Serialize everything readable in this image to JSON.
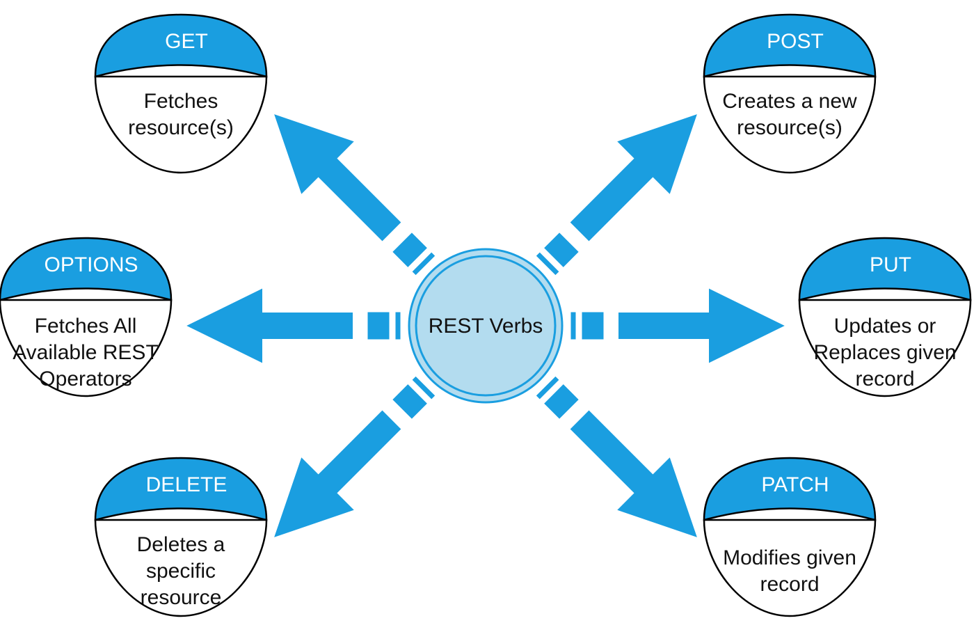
{
  "diagram": {
    "center": {
      "label": "REST Verbs"
    },
    "colors": {
      "accent": "#1a9ee0",
      "center_fill": "#b3dcef",
      "outline": "#000000",
      "node_fill": "#ffffff"
    },
    "nodes": [
      {
        "id": "get",
        "title": "GET",
        "description": [
          "Fetches",
          "resource(s)"
        ]
      },
      {
        "id": "post",
        "title": "POST",
        "description": [
          "Creates a new",
          "resource(s)"
        ]
      },
      {
        "id": "options",
        "title": "OPTIONS",
        "description": [
          "Fetches All",
          "Available REST",
          "Operators"
        ]
      },
      {
        "id": "put",
        "title": "PUT",
        "description": [
          "Updates or",
          "Replaces given",
          "record"
        ]
      },
      {
        "id": "delete",
        "title": "DELETE",
        "description": [
          "Deletes a",
          "specific",
          "resource"
        ]
      },
      {
        "id": "patch",
        "title": "PATCH",
        "description": [
          "Modifies given",
          "record"
        ]
      }
    ]
  }
}
